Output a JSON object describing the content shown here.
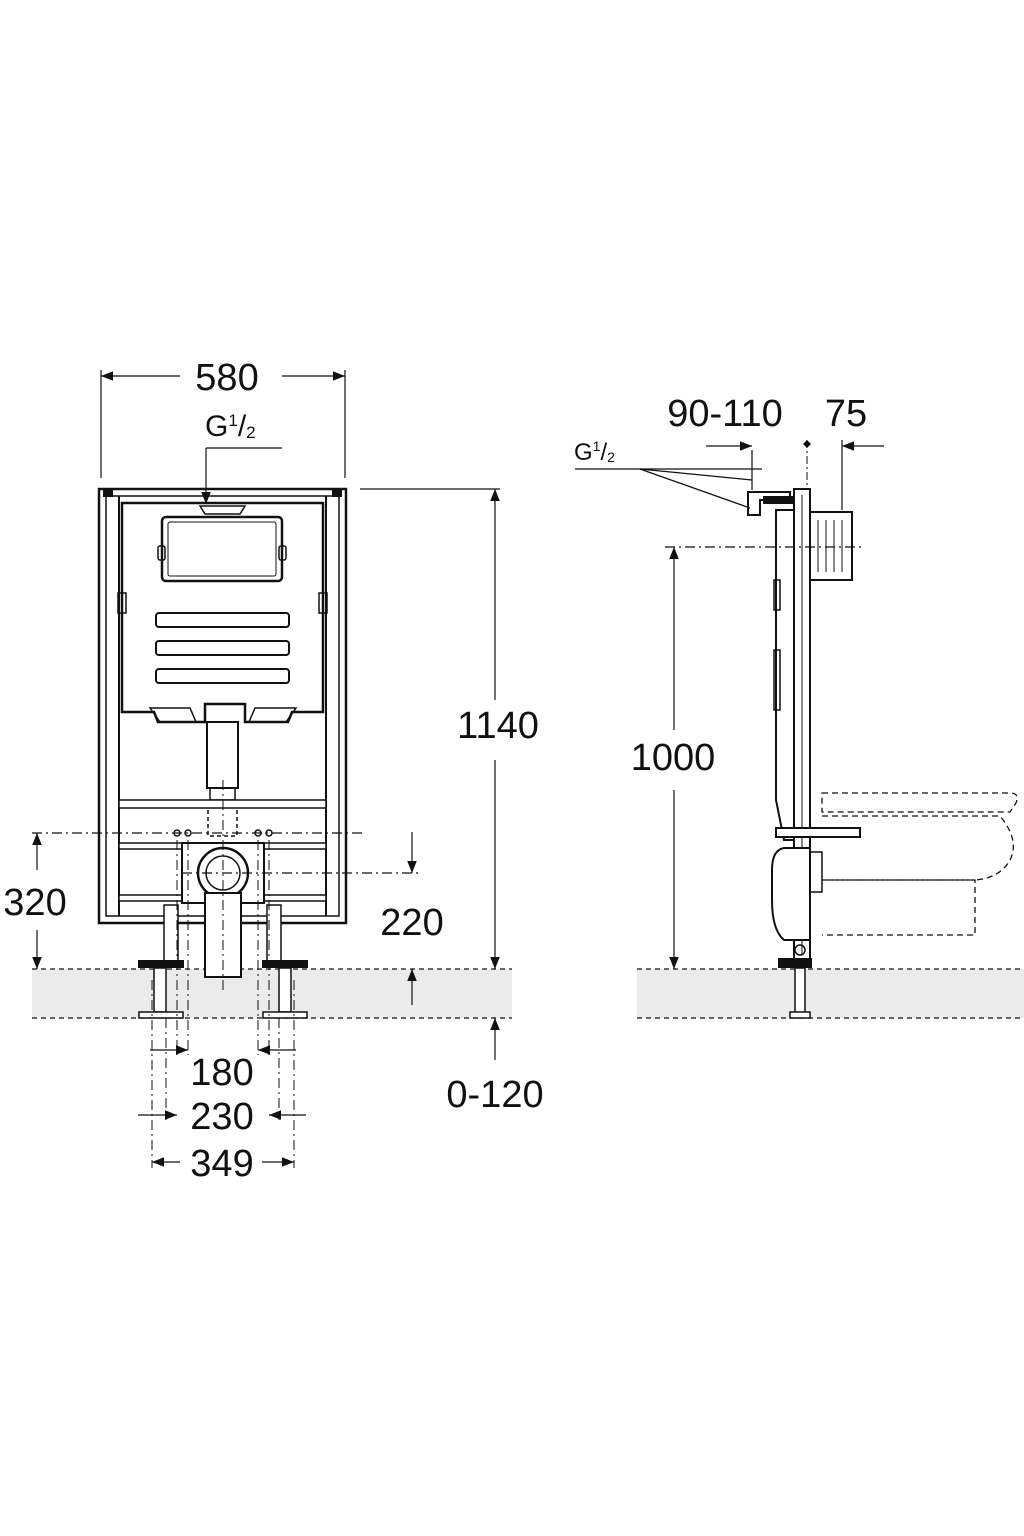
{
  "front_view": {
    "width_label": "580",
    "valve_label": "G",
    "valve_sup": "1",
    "valve_slash": "/",
    "valve_sub": "2",
    "height_label": "1140",
    "outlet_height_label": "320",
    "waste_height_label": "220",
    "adjust_label": "0-120",
    "spacing_inner_label": "180",
    "spacing_mid_label": "230",
    "spacing_outer_label": "349"
  },
  "side_view": {
    "valve_label": "G",
    "valve_sup": "1",
    "valve_slash": "/",
    "valve_sub": "2",
    "depth_label": "90-110",
    "pipe_label": "75",
    "flush_height_label": "1000"
  },
  "colors": {
    "line": "#111111",
    "floor": "#ebebeb"
  }
}
